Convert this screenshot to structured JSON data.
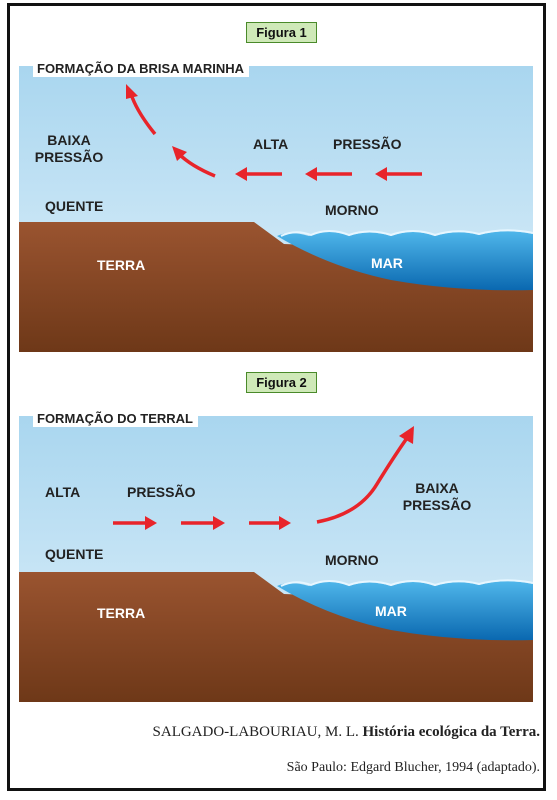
{
  "figure1": {
    "label": "Figura 1",
    "heading": "FORMAÇÃO DA BRISA MARINHA",
    "low_pressure_line1": "BAIXA",
    "low_pressure_line2": "PRESSÃO",
    "high_label": "ALTA",
    "pressure_label": "PRESSÃO",
    "warm_label": "QUENTE",
    "mild_label": "MORNO",
    "land_label": "TERRA",
    "sea_label": "MAR"
  },
  "figure2": {
    "label": "Figura 2",
    "heading": "FORMAÇÃO DO TERRAL",
    "high_label": "ALTA",
    "pressure_label": "PRESSÃO",
    "low_pressure_line1": "BAIXA",
    "low_pressure_line2": "PRESSÃO",
    "warm_label": "QUENTE",
    "mild_label": "MORNO",
    "land_label": "TERRA",
    "sea_label": "MAR"
  },
  "citation": {
    "author": "SALGADO-LABOURIAU, M. L.",
    "title": "História ecológica da Terra.",
    "publisher": "São Paulo: Edgard Blucher, 1994 (adaptado)."
  },
  "colors": {
    "sky": "#bfe1f3",
    "land": "#8b4a26",
    "sea": "#1f8fd6",
    "arrow": "#e8242a",
    "label_box": "#cfe9b8"
  }
}
